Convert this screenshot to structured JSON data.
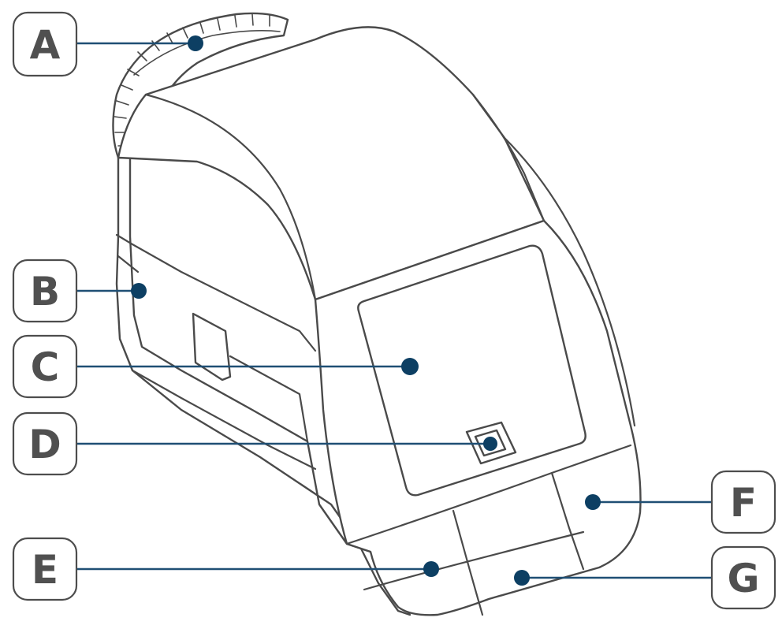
{
  "colors": {
    "leader": "#1f4f74",
    "marker": "#0d3f63",
    "outline": "#4a4a4a",
    "label_text": "#505050"
  },
  "callouts": [
    {
      "id": "A",
      "label": "A"
    },
    {
      "id": "B",
      "label": "B"
    },
    {
      "id": "C",
      "label": "C"
    },
    {
      "id": "D",
      "label": "D"
    },
    {
      "id": "E",
      "label": "E"
    },
    {
      "id": "F",
      "label": "F"
    },
    {
      "id": "G",
      "label": "G"
    }
  ]
}
